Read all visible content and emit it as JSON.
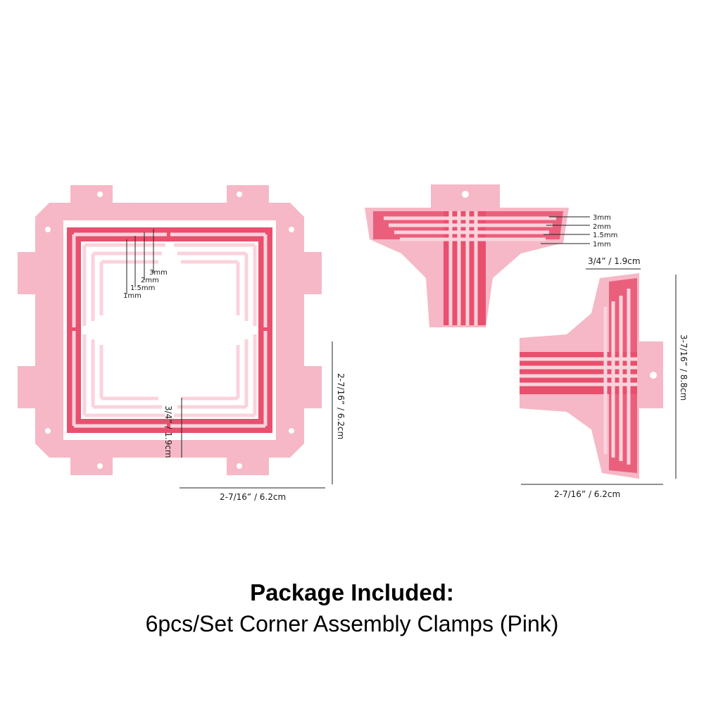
{
  "caption": {
    "title": "Package Included:",
    "subtitle": "6pcs/Set Corner Assembly Clamps (Pink)"
  },
  "colors": {
    "clamp_body": "#f6b8c6",
    "clamp_inner": "#e8506e",
    "clamp_ridge": "#fbd3dc",
    "line": "#222222"
  },
  "labels": {
    "thickness_3mm": "3mm",
    "thickness_2mm": "2mm",
    "thickness_1_5mm": "1.5mm",
    "thickness_1mm": "1mm",
    "corner_width": "2-7/16” / 6.2cm",
    "corner_height": "2-7/16” / 6.2cm",
    "corner_depth": "3/4” / 1.9cm",
    "tee_depth": "3/4” / 1.9cm",
    "tee_height": "3-7/16” / 8.8cm",
    "tee_width": "2-7/16” / 6.2cm"
  }
}
